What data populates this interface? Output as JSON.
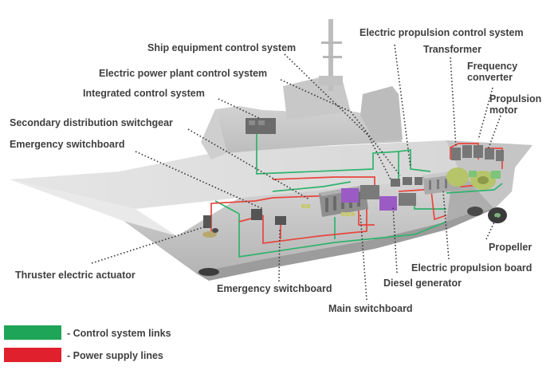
{
  "colors": {
    "control": "#2fb36c",
    "power": "#e8453c",
    "label": "#3f3f3f",
    "legend_green": "#1fa557",
    "legend_red": "#e0202c"
  },
  "labels": {
    "electric_propulsion_control_system": "Electric propulsion control system",
    "ship_equipment_control_system": "Ship equipment control system",
    "transformer": "Transformer",
    "frequency_converter_line1": "Frequency",
    "frequency_converter_line2": "converter",
    "electric_power_plant_control_system": "Electric power plant control system",
    "propulsion_motor_line1": "Propulsion",
    "propulsion_motor_line2": "motor",
    "integrated_control_system": "Integrated control system",
    "secondary_distribution_switchgear": "Secondary distribution switchgear",
    "emergency_switchboard_top": "Emergency switchboard",
    "propeller": "Propeller",
    "electric_propulsion_board": "Electric propulsion board",
    "thruster_electric_actuator": "Thruster electric actuator",
    "diesel_generator": "Diesel generator",
    "emergency_switchboard_bottom": "Emergency switchboard",
    "main_switchboard": "Main switchboard"
  },
  "legend": {
    "control": "- Control system links",
    "power": "- Power supply lines"
  }
}
